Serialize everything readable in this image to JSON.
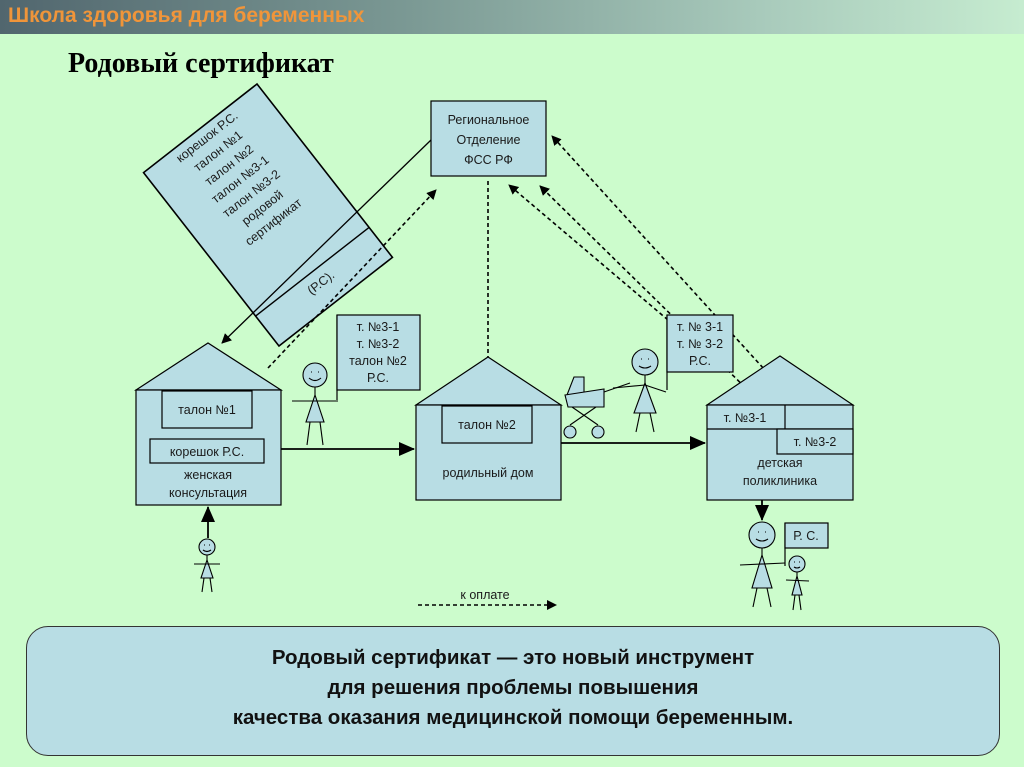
{
  "header": {
    "title": "Школа здоровья для беременных"
  },
  "page_title": "Родовый сертификат",
  "colors": {
    "background": "#ccfccc",
    "box_fill": "#b8dde4",
    "header_text": "#f0953a",
    "line": "#000000"
  },
  "diagram": {
    "fss": {
      "lines": [
        "Региональное",
        "Отделение",
        "ФСС РФ"
      ]
    },
    "certificate": {
      "lines": [
        "корешок Р.С.",
        "талон №1",
        "талон №2",
        "талон №3-1",
        "талон №3-2",
        "родовой",
        "сертификат"
      ],
      "footer": "(Р.С)."
    },
    "womens_clinic": {
      "slot1": "талон №1",
      "slot2": "корешок Р.С.",
      "label_lines": [
        "женская",
        "консультация"
      ]
    },
    "maternity": {
      "slot1": "талон №2",
      "label": "родильный дом"
    },
    "childrens_clinic": {
      "slot1": "т. №3-1",
      "slot2": "т. №3-2",
      "label_lines": [
        "детская",
        "поликлиника"
      ]
    },
    "flag1": {
      "lines": [
        "т. №3-1",
        "т. №3-2",
        "талон №2",
        "Р.С."
      ]
    },
    "flag2": {
      "lines": [
        "т. № 3-1",
        "т. № 3-2",
        "Р.С."
      ]
    },
    "flag3": {
      "label": "Р. С."
    },
    "legend": {
      "label": "к оплате",
      "style": "dashed-arrow"
    }
  },
  "summary": {
    "lines": [
      "Родовый сертификат — это новый инструмент",
      "для решения проблемы повышения",
      "качества оказания медицинской помощи беременным."
    ]
  }
}
